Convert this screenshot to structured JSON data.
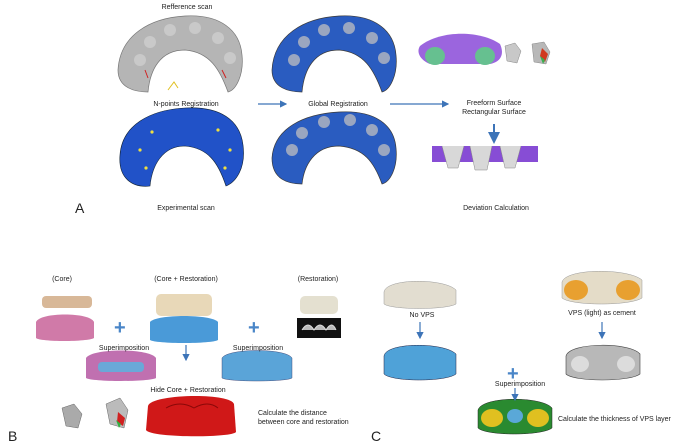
{
  "panel_a": {
    "letter": "A",
    "reference_scan": "Refference scan",
    "n_points": "N-points Registration",
    "global": "Global Registration",
    "freeform_line1": "Freeform Surface",
    "freeform_line2": "Rectangular Surface",
    "experimental_scan": "Experimental scan",
    "deviation": "Deviation Calculation"
  },
  "panel_b": {
    "letter": "B",
    "core": "(Core)",
    "core_restoration": "(Core + Restoration)",
    "restoration": "(Restoration)",
    "superimposition_left": "Superimposition",
    "superimposition_right": "Superimposition",
    "hide": "Hide Core + Restoration",
    "calc_line1": "Calculate the distance",
    "calc_line2": "between core and restoration"
  },
  "panel_c": {
    "letter": "C",
    "no_vps": "No VPS",
    "vps_light": "VPS (light) as cement",
    "superimposition": "Superimposition",
    "calc_thickness": "Calculate the thickness of VPS layer"
  },
  "colors": {
    "arrow": "#3d74b8",
    "plus": "#4a86c8",
    "scan_gray": "#b8b8b8",
    "scan_blue": "#2456c8",
    "pink": "#d47aa8",
    "tan": "#d8b89a",
    "light_blue": "#5fa6d8",
    "red": "#d01818"
  }
}
